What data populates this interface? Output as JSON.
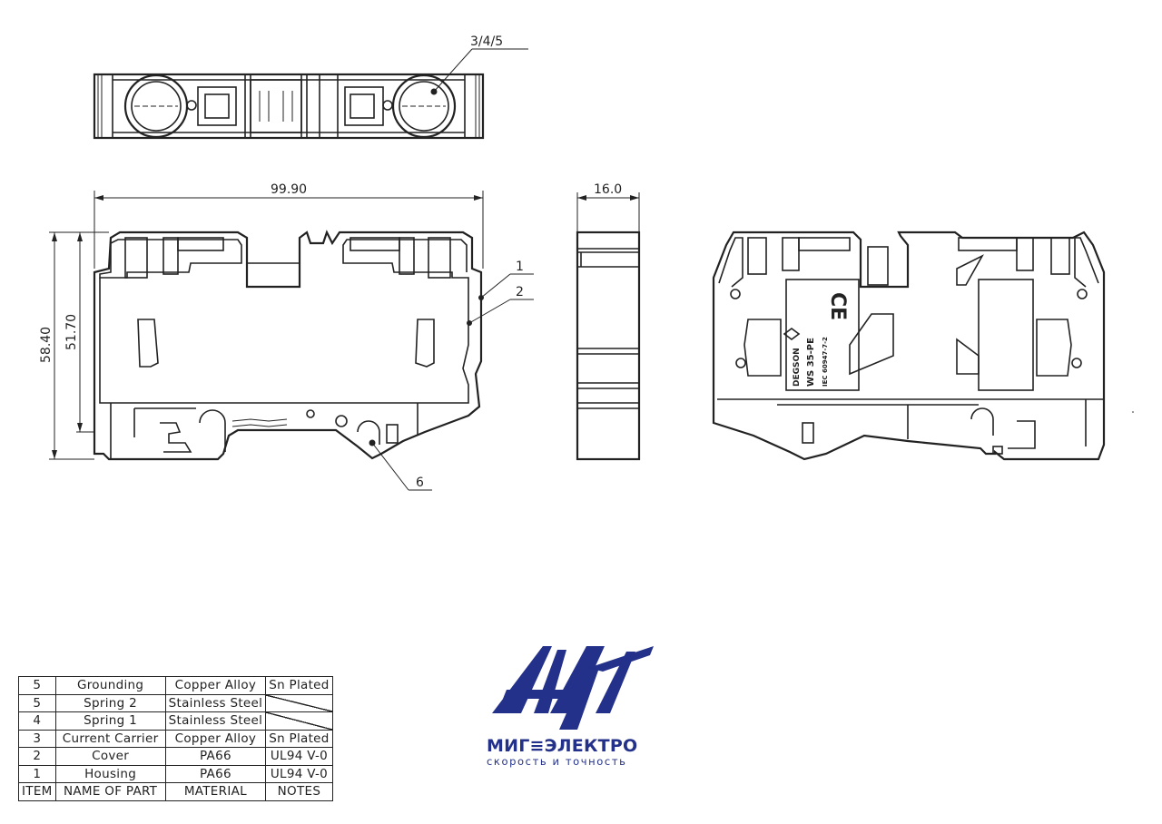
{
  "dimensions": {
    "width": "99.90",
    "depth": "16.0",
    "height_total": "58.40",
    "height_inner": "51.70"
  },
  "callouts": {
    "carrier_group": "3/4/5",
    "housing": "1",
    "cover": "2",
    "grounding": "6"
  },
  "product_marking": {
    "brand": "DEGSON",
    "model": "WS 35-PE",
    "standard": "IEC 60947-7-2",
    "ce_mark": "CE"
  },
  "parts_table": {
    "rows": [
      {
        "item": "5",
        "name": "Grounding",
        "material": "Copper Alloy",
        "notes": "Sn Plated"
      },
      {
        "item": "5",
        "name": "Spring 2",
        "material": "Stainless Steel",
        "notes": ""
      },
      {
        "item": "4",
        "name": "Spring 1",
        "material": "Stainless Steel",
        "notes": ""
      },
      {
        "item": "3",
        "name": "Current Carrier",
        "material": "Copper Alloy",
        "notes": "Sn Plated"
      },
      {
        "item": "2",
        "name": "Cover",
        "material": "PA66",
        "notes": "UL94 V-0"
      },
      {
        "item": "1",
        "name": "Housing",
        "material": "PA66",
        "notes": "UL94 V-0"
      }
    ],
    "header": {
      "item": "ITEM",
      "name": "NAME OF PART",
      "material": "MATERIAL",
      "notes": "NOTES"
    }
  },
  "logo": {
    "name": "МИГ≡ЭЛЕКТРО",
    "tagline": "скорость и точность",
    "color": "#23318a"
  }
}
